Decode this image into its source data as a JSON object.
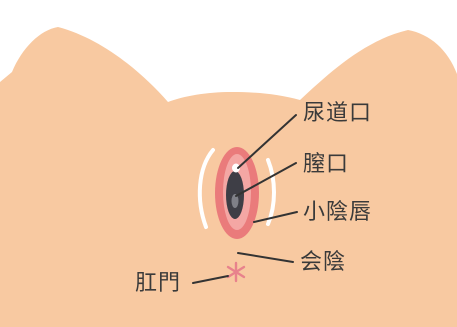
{
  "diagram": {
    "labels": {
      "urethral_opening": "尿道口",
      "vaginal_opening": "膣口",
      "labia_minora": "小陰唇",
      "perineum": "会陰",
      "anus": "肛門"
    }
  },
  "colors": {
    "skin": "#F8C9A1",
    "labia": "#EA7B7B",
    "inner": "#F4A7A4",
    "vaginal_opening": "#3E3E46",
    "vaginal_highlight": "#7F8088",
    "urethra": "#FFFFFF",
    "leader_line": "#333333",
    "anus_star": "#E8828C"
  }
}
